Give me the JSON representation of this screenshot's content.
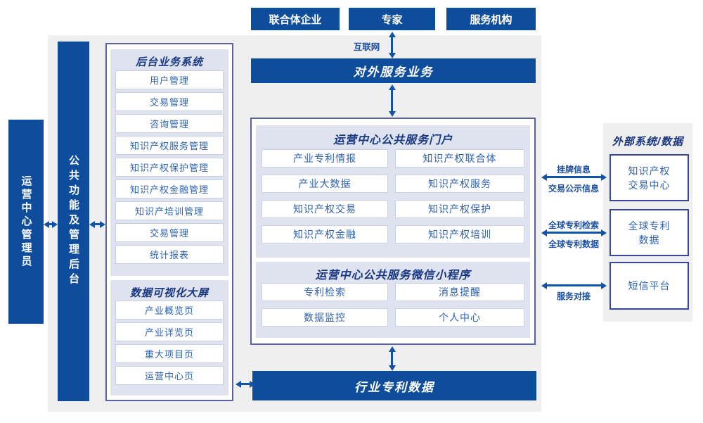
{
  "colors": {
    "primary_blue": "#0e4c9c",
    "arrow_blue": "#1353a5",
    "panel_gray": "#efefef",
    "panel_lavender": "#dfe3f0",
    "container_border": "#5a62a0",
    "external_box_border": "#38479b",
    "item_border": "#c9d0e4",
    "item_text": "#2e62b1",
    "header_text": "#16367f"
  },
  "top_actors": [
    "联合体企业",
    "专家",
    "服务机构"
  ],
  "internet_label": "互联网",
  "external_service_bar": "对外服务业务",
  "admin_bar": "运营中心管理员",
  "backend_bar": "公共功能及管理后台",
  "left_container": {
    "backend_system": {
      "title": "后台业务系统",
      "items": [
        "用户管理",
        "交易管理",
        "咨询管理",
        "知识产权服务管理",
        "知识产权保护管理",
        "知识产权金融管理",
        "知识产培训管理",
        "交易管理",
        "统计报表"
      ]
    },
    "visualization": {
      "title": "数据可视化大屏",
      "items": [
        "产业概览页",
        "产业详览页",
        "重大项目页",
        "运营中心页"
      ]
    }
  },
  "center": {
    "portal": {
      "title": "运营中心公共服务门户",
      "items": [
        "产业专利情报",
        "知识产权联合体",
        "产业大数据",
        "知识产权服务",
        "知识产权交易",
        "知识产权保护",
        "知识产权金融",
        "知识产权培训"
      ]
    },
    "miniprogram": {
      "title": "运营中心公共服务微信小程序",
      "items": [
        "专利检索",
        "消息提醒",
        "数据监控",
        "个人中心"
      ]
    }
  },
  "bottom_bar": "行业专利数据",
  "external": {
    "title": "外部系统/数据",
    "systems": [
      {
        "lines": [
          "知识产权",
          "交易中心"
        ]
      },
      {
        "lines": [
          "全球专利",
          "数据"
        ]
      },
      {
        "lines": [
          "短信平台"
        ]
      }
    ]
  },
  "link_labels": {
    "listing_info": "挂牌信息",
    "trade_publicity": "交易公示信息",
    "global_patent_search": "全球专利检索",
    "global_patent_data": "全球专利数据",
    "service_connect": "服务对接"
  }
}
